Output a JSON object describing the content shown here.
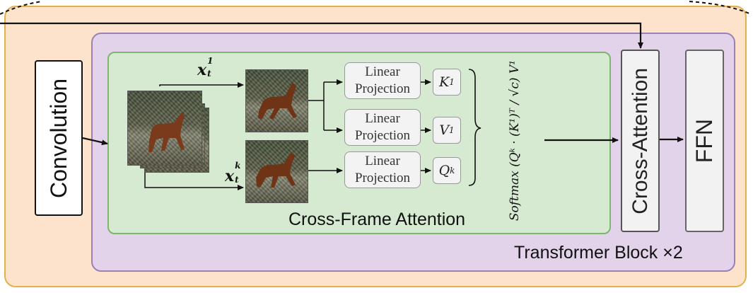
{
  "labels": {
    "convolution": "Convolution",
    "cross_frame_attention": "Cross-Frame Attention",
    "cross_attention": "Cross-Attention",
    "ffn": "FFN",
    "transformer_block": "Transformer Block ×2",
    "frame_top_base": "x",
    "frame_top_sub": "t",
    "frame_top_sup": "1",
    "frame_bottom_base": "x",
    "frame_bottom_sub": "t",
    "frame_bottom_sup": "k",
    "softmax_expr": "Softmax (Qᵏ · (K¹)ᵀ / √c) V¹"
  },
  "projections": [
    {
      "line1": "Linear",
      "line2": "Projection",
      "output_base": "K",
      "output_sup": "1"
    },
    {
      "line1": "Linear",
      "line2": "Projection",
      "output_base": "V",
      "output_sup": "1"
    },
    {
      "line1": "Linear",
      "line2": "Projection",
      "output_base": "Q",
      "output_sup": "k"
    }
  ],
  "colors": {
    "outer_bg": "#fde3cc",
    "transformer_bg": "#e2d3ea",
    "cross_frame_bg": "#d6e9d1"
  }
}
